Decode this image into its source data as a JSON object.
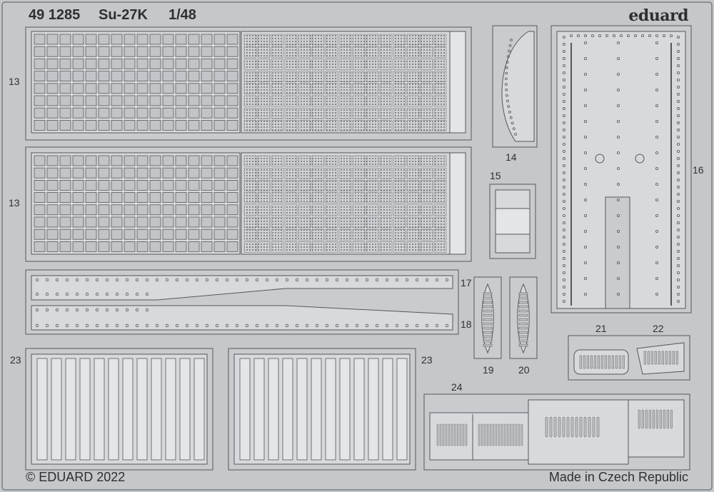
{
  "header": {
    "set_number": "49 1285",
    "model": "Su-27K",
    "scale": "1/48",
    "brand": "eduard"
  },
  "part_numbers": {
    "p13a": "13",
    "p13b": "13",
    "p14": "14",
    "p15": "15",
    "p16": "16",
    "p17": "17",
    "p18": "18",
    "p19": "19",
    "p20": "20",
    "p21": "21",
    "p22": "22",
    "p23a": "23",
    "p23b": "23",
    "p24": "24"
  },
  "footer": {
    "copyright": "© EDUARD 2022",
    "origin": "Made in Czech Republic"
  },
  "colors": {
    "sheet": "#c4c8cb",
    "part": "#d7dadc",
    "outline": "#55585b",
    "text": "#2e2f31"
  }
}
